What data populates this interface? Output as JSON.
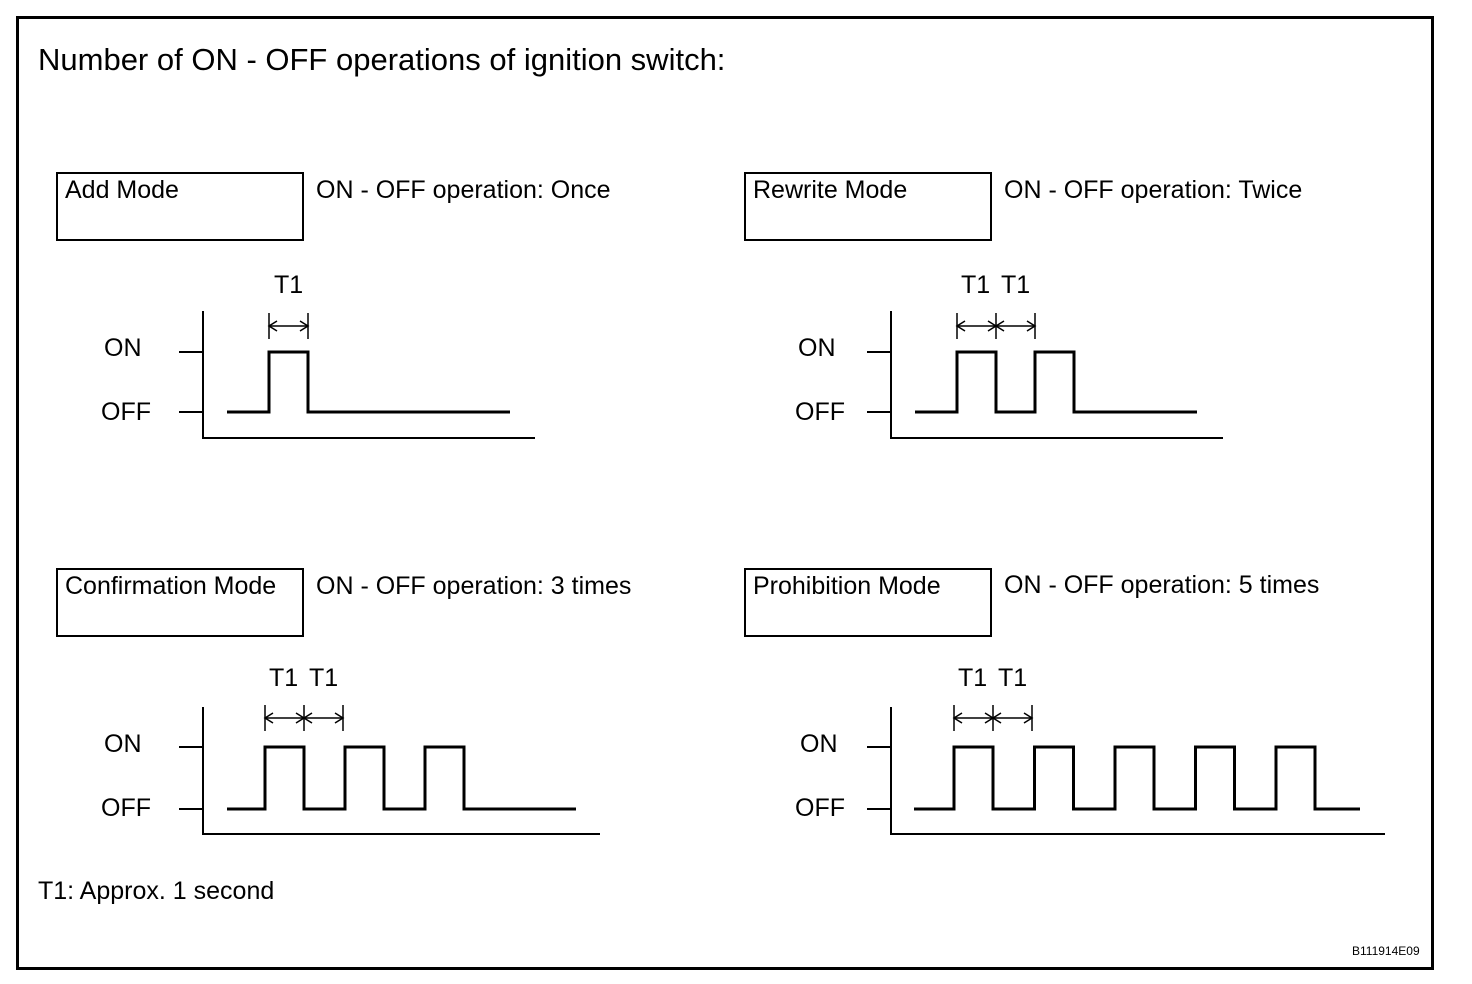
{
  "title": "Number of ON - OFF operations of ignition switch:",
  "panels": [
    {
      "mode": "Add Mode",
      "operation": "ON - OFF operation: Once",
      "pulses": 1,
      "t1_labels": [
        "T1"
      ]
    },
    {
      "mode": "Rewrite Mode",
      "operation": "ON - OFF operation: Twice",
      "pulses": 2,
      "t1_labels": [
        "T1",
        "T1"
      ]
    },
    {
      "mode": "Confirmation Mode",
      "operation": "ON - OFF operation: 3 times",
      "pulses": 3,
      "t1_labels": [
        "T1",
        "T1"
      ]
    },
    {
      "mode": "Prohibition Mode",
      "operation": "ON - OFF operation: 5 times",
      "pulses": 5,
      "t1_labels": [
        "T1",
        "T1"
      ]
    }
  ],
  "levels": {
    "on": "ON",
    "off": "OFF"
  },
  "note": "T1: Approx. 1 second",
  "figure_code": "B111914E09"
}
